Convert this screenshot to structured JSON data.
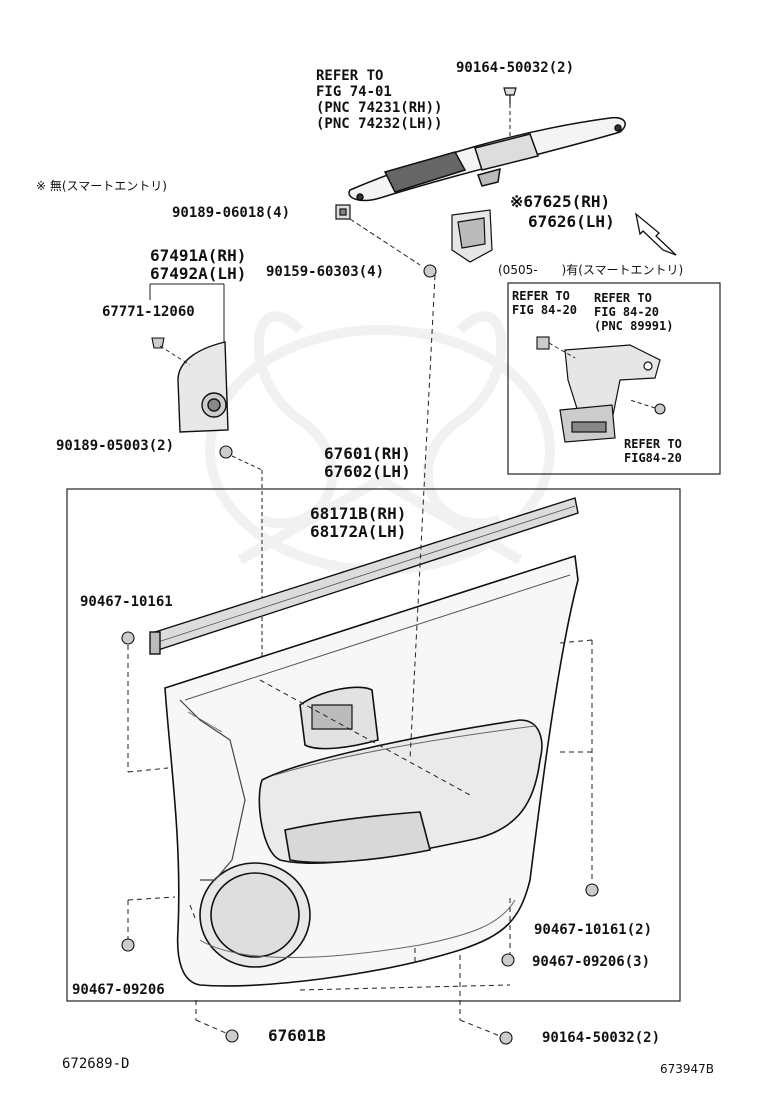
{
  "callouts": {
    "switch_base_refer": [
      "REFER TO",
      "FIG 74-01",
      "(PNC 74231(RH))",
      "(PNC 74232(LH))"
    ],
    "screw_top": "90164-50032(2)",
    "no_smart_entry_note": "※ 無(スマートエントリ)",
    "clip_90189_06018": "90189-06018(4)",
    "bracket_rh": "※67625(RH)",
    "bracket_lh": "67626(LH)",
    "smart_entry_note": "(0505-　　)有(スマートエントリ)",
    "speaker_cover_rh": "67491A(RH)",
    "speaker_cover_lh": "67492A(LH)",
    "screw_90159": "90159-60303(4)",
    "clip_67771": "67771-12060",
    "clip_90189_05003": "90189-05003(2)",
    "panel_rh": "67601(RH)",
    "panel_lh": "67602(LH)",
    "weatherstrip_rh": "68171B(RH)",
    "weatherstrip_lh": "68172A(LH)",
    "clip_90467_10161": "90467-10161",
    "clip_90467_10161_2": "90467-10161(2)",
    "clip_90467_09206_3": "90467-09206(3)",
    "clip_90467_09206": "90467-09206",
    "panel_b": "67601B",
    "screw_bottom": "90164-50032(2)"
  },
  "inset": {
    "refer_a": [
      "REFER TO",
      "FIG 84-20"
    ],
    "refer_b": [
      "REFER TO",
      "FIG 84-20",
      "(PNC 89991)"
    ],
    "refer_c": [
      "REFER TO",
      "FIG84-20"
    ]
  },
  "footer": {
    "left_code": "672689-D",
    "right_code": "673947B"
  }
}
